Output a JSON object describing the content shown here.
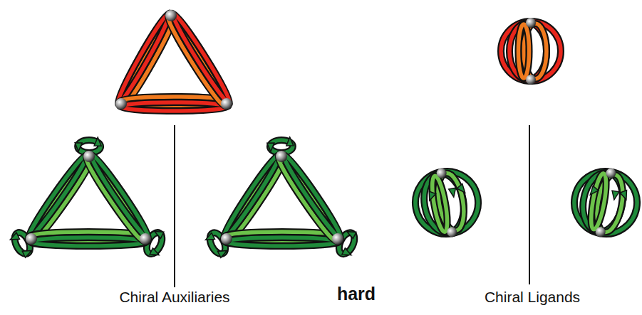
{
  "diagram": {
    "labels": [
      "Chiral Auxiliaries",
      "hard",
      "Chiral Ligands"
    ]
  }
}
